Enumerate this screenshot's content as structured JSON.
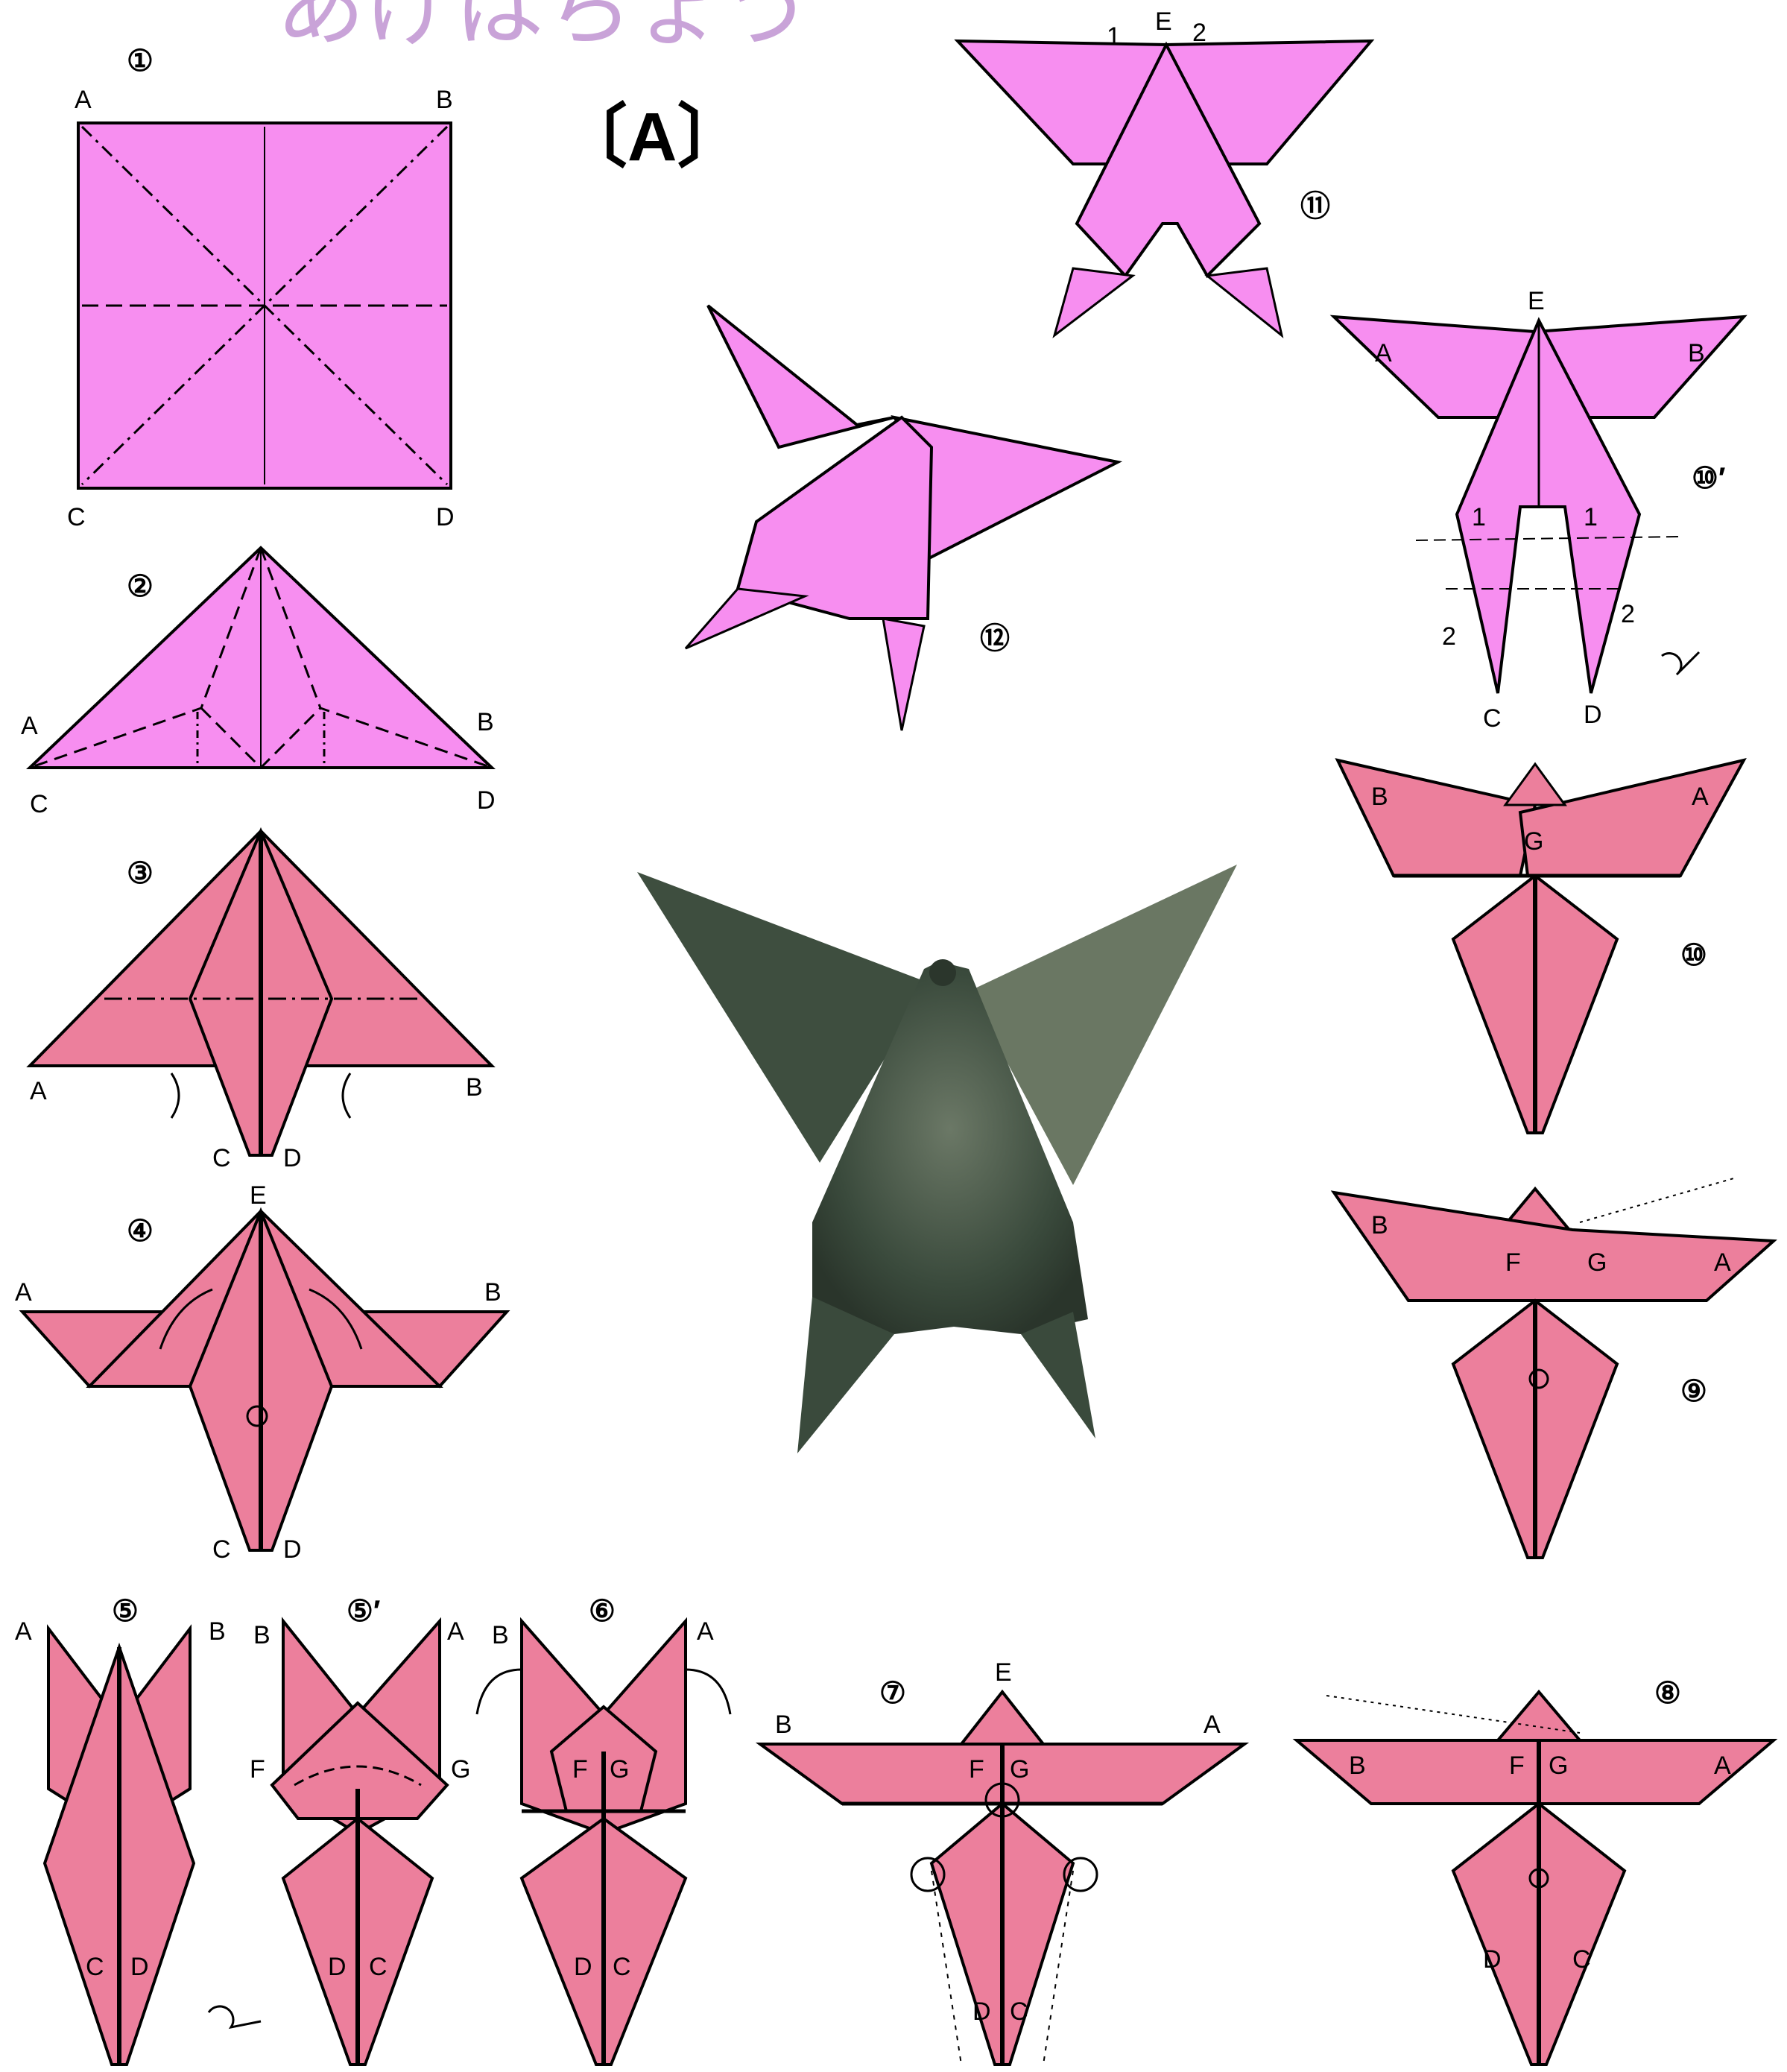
{
  "title": "あげはちょう",
  "variant": "〔A〕",
  "colors": {
    "paper_pink": "#f78ef0",
    "paper_salmon": "#ec7f9c",
    "line": "#000000",
    "title": "#c9a3d8"
  },
  "steps": {
    "s1": {
      "num": "①",
      "labels": [
        "A",
        "B",
        "C",
        "D"
      ]
    },
    "s2": {
      "num": "②",
      "labels": [
        "A",
        "B",
        "C",
        "D"
      ]
    },
    "s3": {
      "num": "③",
      "labels": [
        "A",
        "B",
        "C",
        "D"
      ]
    },
    "s4": {
      "num": "④",
      "labels": [
        "E",
        "A",
        "B",
        "C",
        "D"
      ]
    },
    "s5": {
      "num": "⑤",
      "labels": [
        "A",
        "B",
        "C",
        "D"
      ]
    },
    "s5p": {
      "num": "⑤′",
      "labels": [
        "B",
        "A",
        "F",
        "G",
        "D",
        "C"
      ]
    },
    "s6": {
      "num": "⑥",
      "labels": [
        "B",
        "A",
        "F",
        "G",
        "D",
        "C"
      ]
    },
    "s7": {
      "num": "⑦",
      "labels": [
        "E",
        "B",
        "A",
        "F",
        "G",
        "D",
        "C"
      ]
    },
    "s8": {
      "num": "⑧",
      "labels": [
        "B",
        "F",
        "G",
        "A",
        "D",
        "C"
      ]
    },
    "s9": {
      "num": "⑨",
      "labels": [
        "B",
        "F",
        "G",
        "A"
      ]
    },
    "s10": {
      "num": "⑩",
      "labels": [
        "B",
        "A",
        "G"
      ]
    },
    "s10p": {
      "num": "⑩′",
      "labels": [
        "E",
        "A",
        "B",
        "1",
        "1",
        "2",
        "2",
        "C",
        "D"
      ]
    },
    "s11": {
      "num": "⑪",
      "labels": [
        "1",
        "E",
        "2"
      ]
    },
    "s12": {
      "num": "⑫"
    }
  }
}
